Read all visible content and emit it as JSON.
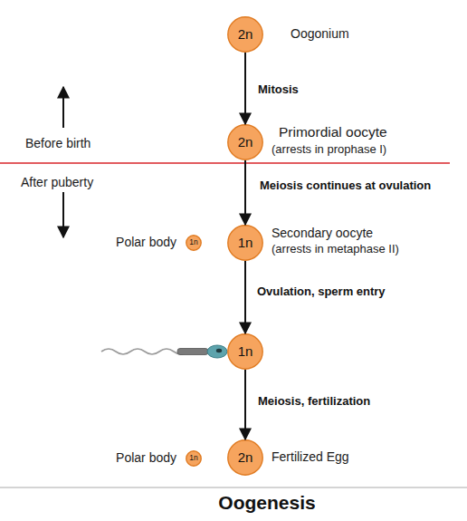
{
  "diagram": {
    "caption": "Oogenesis",
    "nodes": [
      {
        "text": [
          "2n",
          "Oogonium"
        ]
      },
      {
        "text": [
          "2n",
          "Primordial oocyte",
          "(arrests in prophase I)"
        ]
      },
      {
        "text": [
          "1n",
          "Polar body"
        ]
      },
      {
        "text": [
          "1n",
          "Secondary oocyte",
          "(arrests in metaphase II)"
        ]
      },
      {
        "text": [
          "1n"
        ]
      },
      {
        "text": [
          "1n",
          "Polar body"
        ]
      },
      {
        "text": [
          "2n",
          "Fertilized Egg"
        ]
      }
    ],
    "edges": [
      {
        "from": 0,
        "to": 1,
        "arrow": "to",
        "label": "Mitosis"
      },
      {
        "from": 1,
        "to": 3,
        "arrow": "to",
        "label": "Meiosis continues at ovulation"
      },
      {
        "from": 3,
        "to": 4,
        "arrow": "to",
        "label": "Ovulation, sperm entry"
      },
      {
        "from": 4,
        "to": 6,
        "arrow": "to",
        "label": "Meiosis, fertilization"
      }
    ],
    "labels": [
      "Before birth",
      "After puberty"
    ]
  }
}
